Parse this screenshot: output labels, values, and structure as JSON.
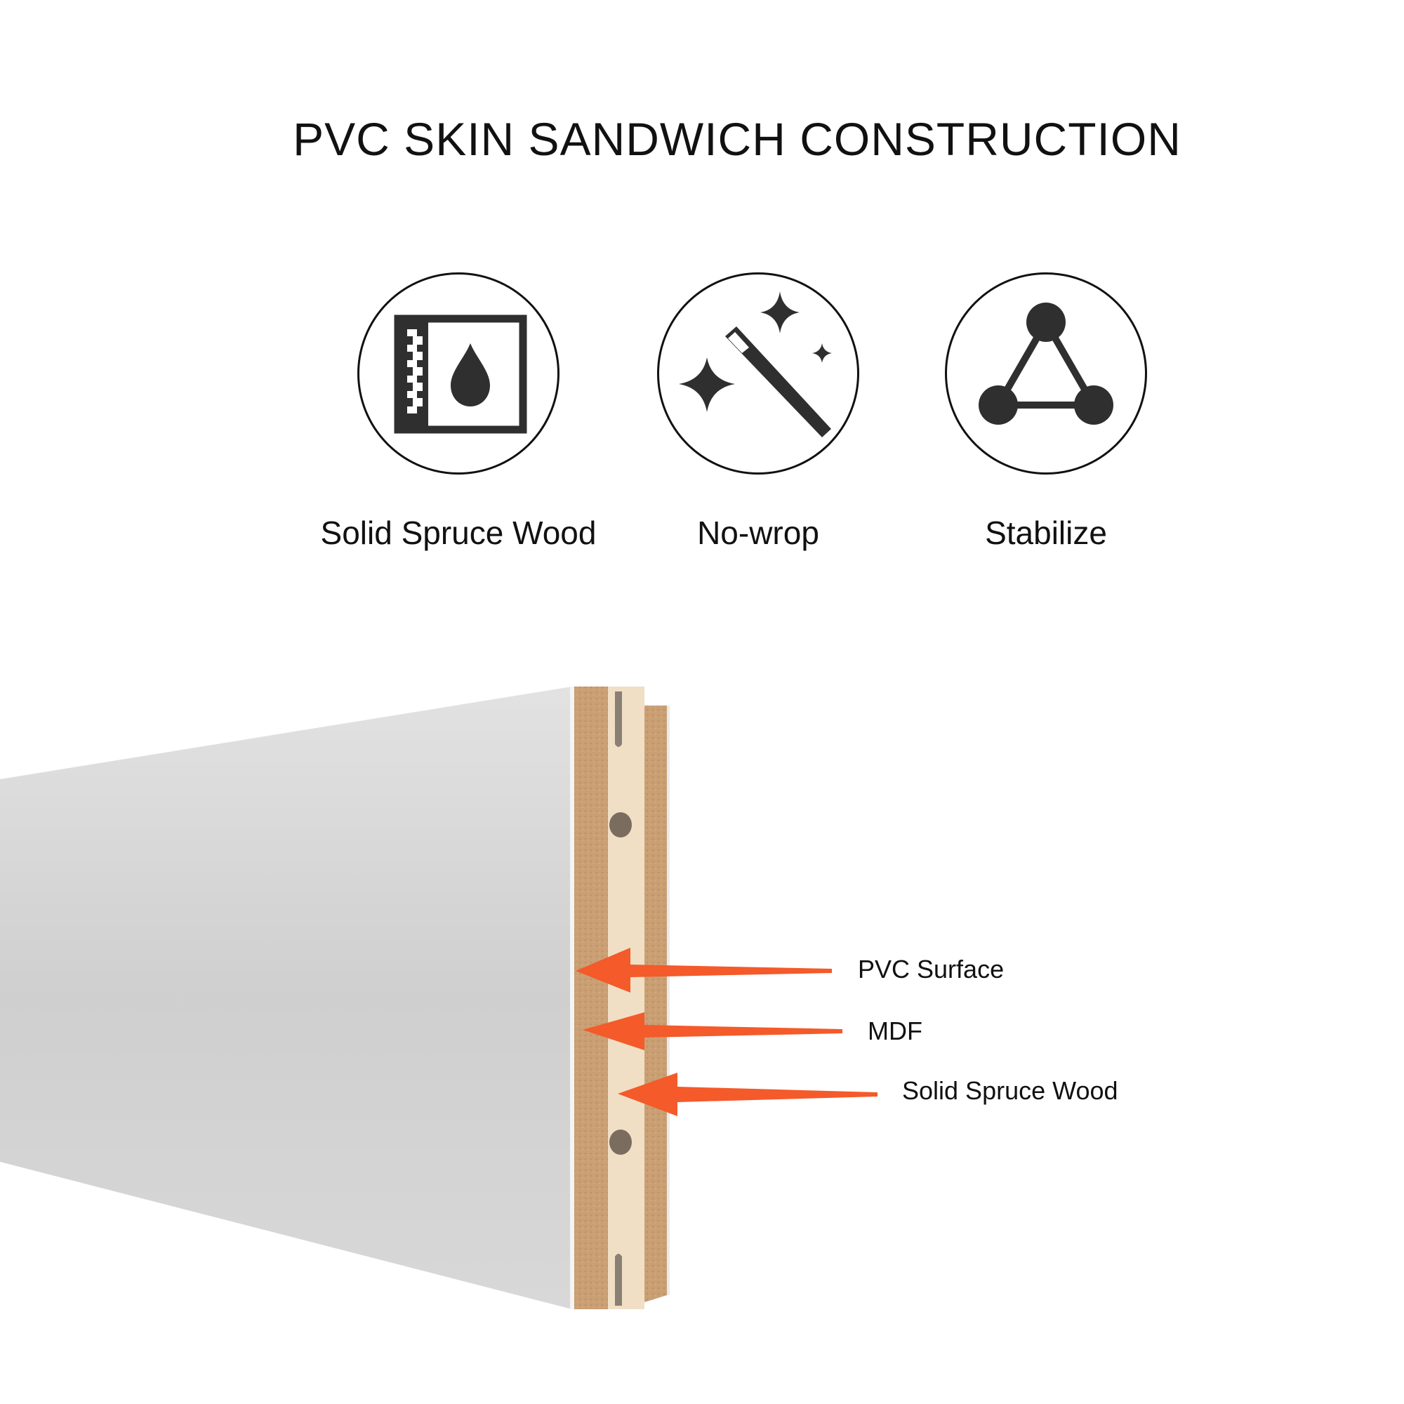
{
  "title": "PVC SKIN SANDWICH CONSTRUCTION",
  "features": [
    {
      "label": "Solid Spruce Wood",
      "icon": "moisture-panel-icon"
    },
    {
      "label": "No-wrop",
      "icon": "magic-wand-icon"
    },
    {
      "label": "Stabilize",
      "icon": "triangle-nodes-icon"
    }
  ],
  "callouts": [
    {
      "label": "PVC Surface"
    },
    {
      "label": "MDF"
    },
    {
      "label": "Solid Spruce Wood"
    }
  ],
  "colors": {
    "arrow": "#F45A2A",
    "icon": "#2f2f2f",
    "mdf": "#c99f73",
    "spruce": "#f0dfc4",
    "panel": "#d4d4d4"
  }
}
